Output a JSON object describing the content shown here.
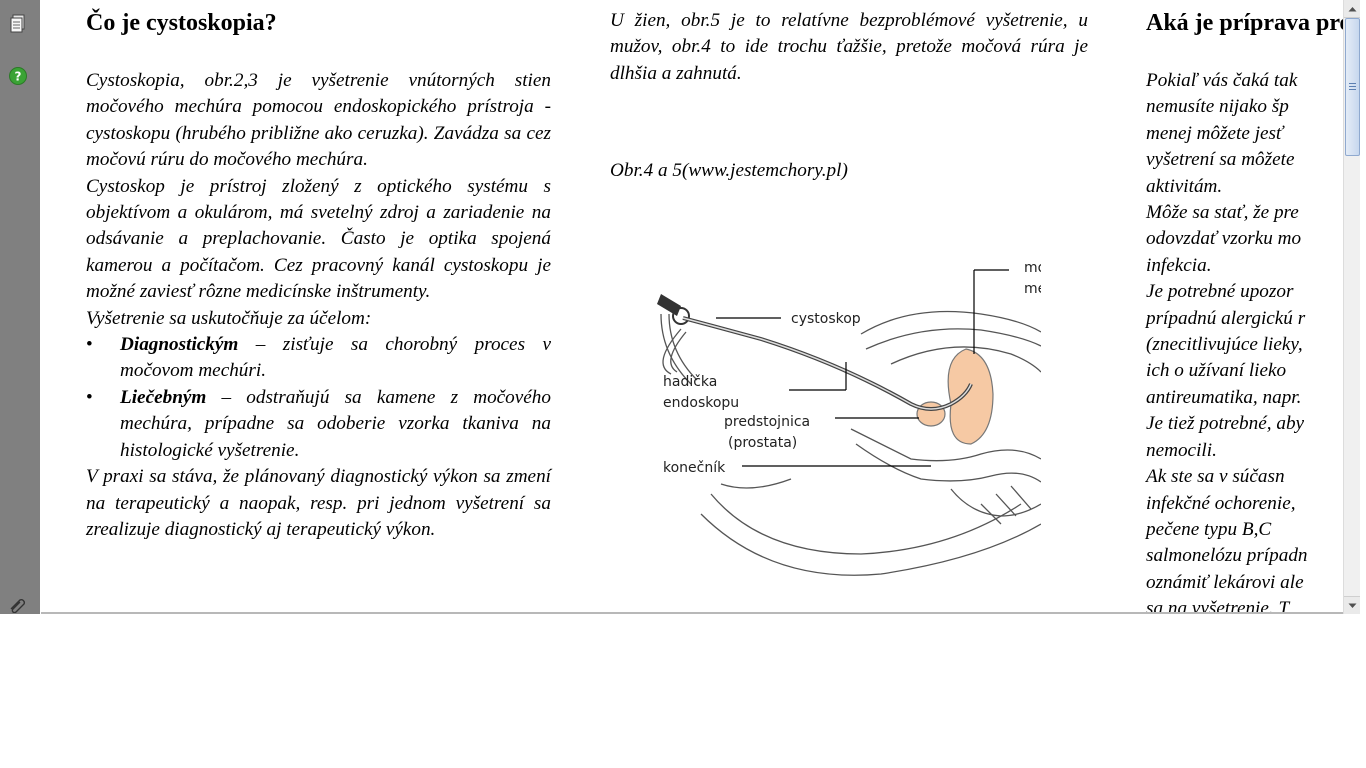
{
  "sidebar": {
    "icons": [
      "pages-icon",
      "help-icon",
      "paperclip-icon"
    ],
    "help_color": "#3aa335"
  },
  "col1": {
    "heading": "Čo je cystoskopia?",
    "para1": "Cystoskopia, obr.2,3 je vyšetrenie vnútorných stien močového mechúra pomocou endoskopického prístroja - cystoskopu (hrubého približne ako ceruzka). Zavádza sa cez močovú rúru do močového mechúra.",
    "para2": "Cystoskop je prístroj zložený z optického systému s objektívom a okulárom, má svetelný zdroj a zariadenie na odsávanie a preplachovanie. Často je optika spojená kamerou a počítačom. Cez pracovný kanál cystoskopu je možné zaviesť rôzne medicínske inštrumenty.",
    "para3": "Vyšetrenie sa uskutočňuje za účelom:",
    "bullet_char": "•",
    "bullets": [
      {
        "bold": "Diagnostickým",
        "rest": " – zisťuje sa chorobný proces v močovom mechúri."
      },
      {
        "bold": "Liečebným",
        "rest": " – odstraňujú sa kamene z močového mechúra, prípadne sa odoberie vzorka tkaniva na histologické vyšetrenie."
      }
    ],
    "para4": "V praxi sa stáva, že plánovaný diagnostický výkon sa zmení na terapeutický a naopak, resp. pri jednom vyšetrení sa zrealizuje diagnostický aj terapeutický výkon."
  },
  "col2": {
    "para": "U žien, obr.5 je to relatívne bezproblémové vyšetrenie, u mužov, obr.4 to ide trochu ťažšie, pretože močová rúra je dlhšia a zahnutá.",
    "caption": "Obr.4 a 5(www.jestemchory.pl)",
    "diagram_labels": {
      "bladder_1": "močový",
      "bladder_2": "mechúr",
      "cystoscope": "cystoskop",
      "tube_1": "hadička",
      "tube_2": "endoskopu",
      "prostate_1": "predstojnica",
      "prostate_2": "(prostata)",
      "rectum": "konečník"
    },
    "organ_color": "#f6c9a4"
  },
  "col3": {
    "heading": "Aká je príprava pre",
    "lines": [
      "Pokiaľ vás čaká tak",
      "nemusíte nijako šp",
      "menej môžete jesť",
      "vyšetrení sa môžete",
      "aktivitám.",
      "Môže sa stať, že pre",
      "odovzdať vzorku mo",
      "infekcia.",
      "Je potrebné upozor",
      "prípadnú alergickú r",
      "(znecitlivujúce lieky,",
      "ich o užívaní lieko",
      "antireumatika, napr.",
      "Je tiež potrebné, aby",
      "nemocili.",
      "Ak ste sa v súčasn",
      "infekčné ochorenie,",
      "pečene typu B,C",
      "salmonelózu prípadn",
      "oznámiť lekárovi ale",
      "sa na vyšetrenie. T"
    ]
  }
}
